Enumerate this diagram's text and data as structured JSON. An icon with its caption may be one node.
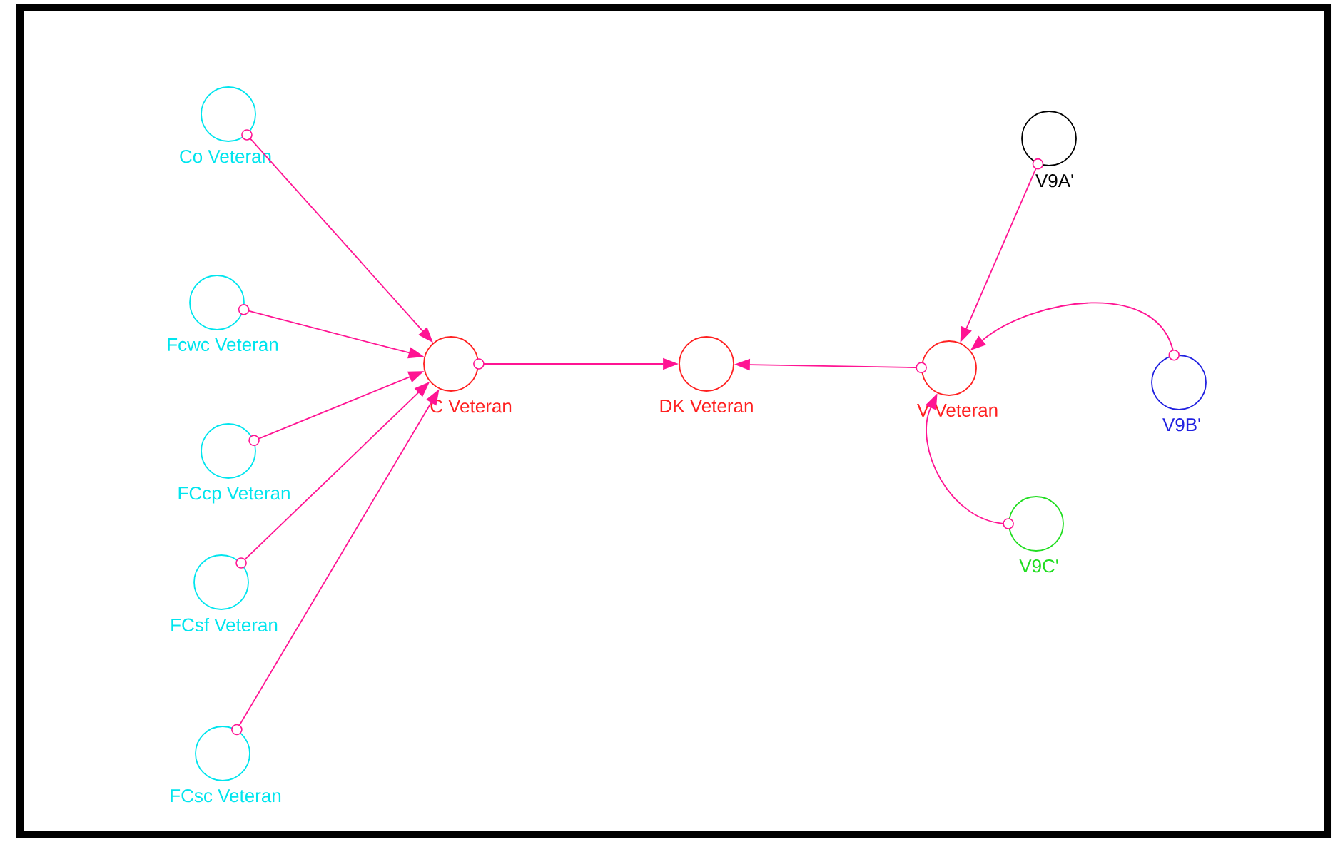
{
  "diagram": {
    "nodes": [
      {
        "text": [
          "Co Veteran"
        ]
      },
      {
        "text": [
          "Fcwc Veteran"
        ]
      },
      {
        "text": [
          "FCcp Veteran"
        ]
      },
      {
        "text": [
          "FCsf Veteran"
        ]
      },
      {
        "text": [
          "FCsc Veteran"
        ]
      },
      {
        "text": [
          "C Veteran"
        ]
      },
      {
        "text": [
          "DK Veteran"
        ]
      },
      {
        "text": [
          "V Veteran"
        ]
      },
      {
        "text": [
          "V9A'"
        ]
      },
      {
        "text": [
          "V9B'"
        ]
      },
      {
        "text": [
          "V9C'"
        ]
      }
    ],
    "edges": [
      {
        "from": 0,
        "to": 5,
        "arrow": "to"
      },
      {
        "from": 1,
        "to": 5,
        "arrow": "to"
      },
      {
        "from": 2,
        "to": 5,
        "arrow": "to"
      },
      {
        "from": 3,
        "to": 5,
        "arrow": "to"
      },
      {
        "from": 4,
        "to": 5,
        "arrow": "to"
      },
      {
        "from": 5,
        "to": 6,
        "arrow": "to"
      },
      {
        "from": 7,
        "to": 6,
        "arrow": "to"
      },
      {
        "from": 8,
        "to": 7,
        "arrow": "to"
      },
      {
        "from": 9,
        "to": 7,
        "arrow": "to"
      },
      {
        "from": 10,
        "to": 7,
        "arrow": "to"
      }
    ]
  }
}
